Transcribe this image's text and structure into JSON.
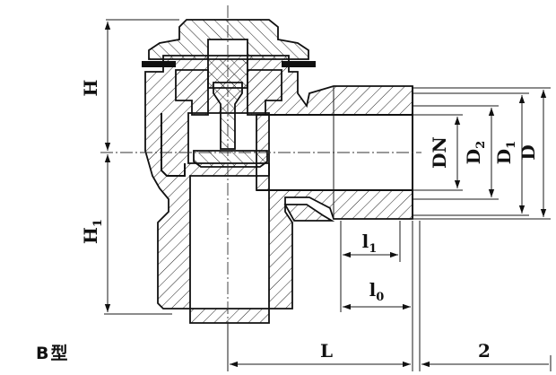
{
  "caption": {
    "main": "B",
    "suffix": "型"
  },
  "labels": {
    "H": "H",
    "H1": {
      "base": "H",
      "sub": "1"
    },
    "DN": "DN",
    "D2": {
      "base": "D",
      "sub": "2"
    },
    "D1": {
      "base": "D",
      "sub": "1"
    },
    "D": "D",
    "l1": {
      "base": "l",
      "sub": "1"
    },
    "l0": {
      "base": "l",
      "sub": "0"
    },
    "L": "L",
    "gap": "2"
  }
}
